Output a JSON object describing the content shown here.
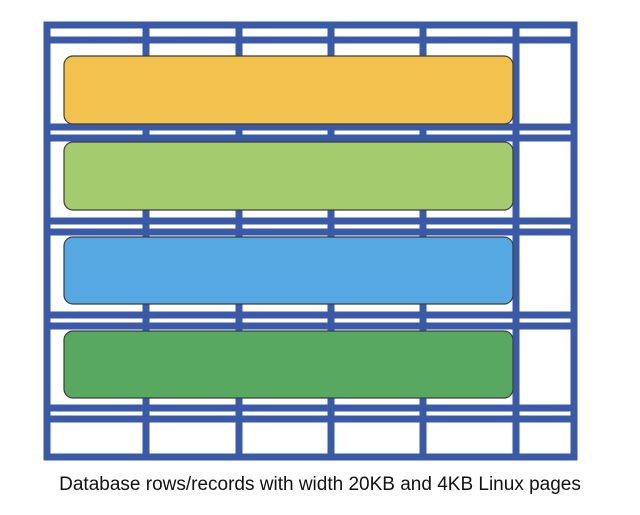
{
  "caption": "Database rows/records with width 20KB and 4KB Linux pages",
  "colors": {
    "grid_line": "#3a5aa8",
    "row_1": "#f2c14e",
    "row_2": "#a4cc6e",
    "row_3": "#55a8e2",
    "row_4": "#58a862",
    "row_border": "#3d3d3d"
  },
  "diagram": {
    "page_columns": 6,
    "record_width_pages": 5,
    "records": [
      "row_1",
      "row_2",
      "row_3",
      "row_4"
    ]
  }
}
